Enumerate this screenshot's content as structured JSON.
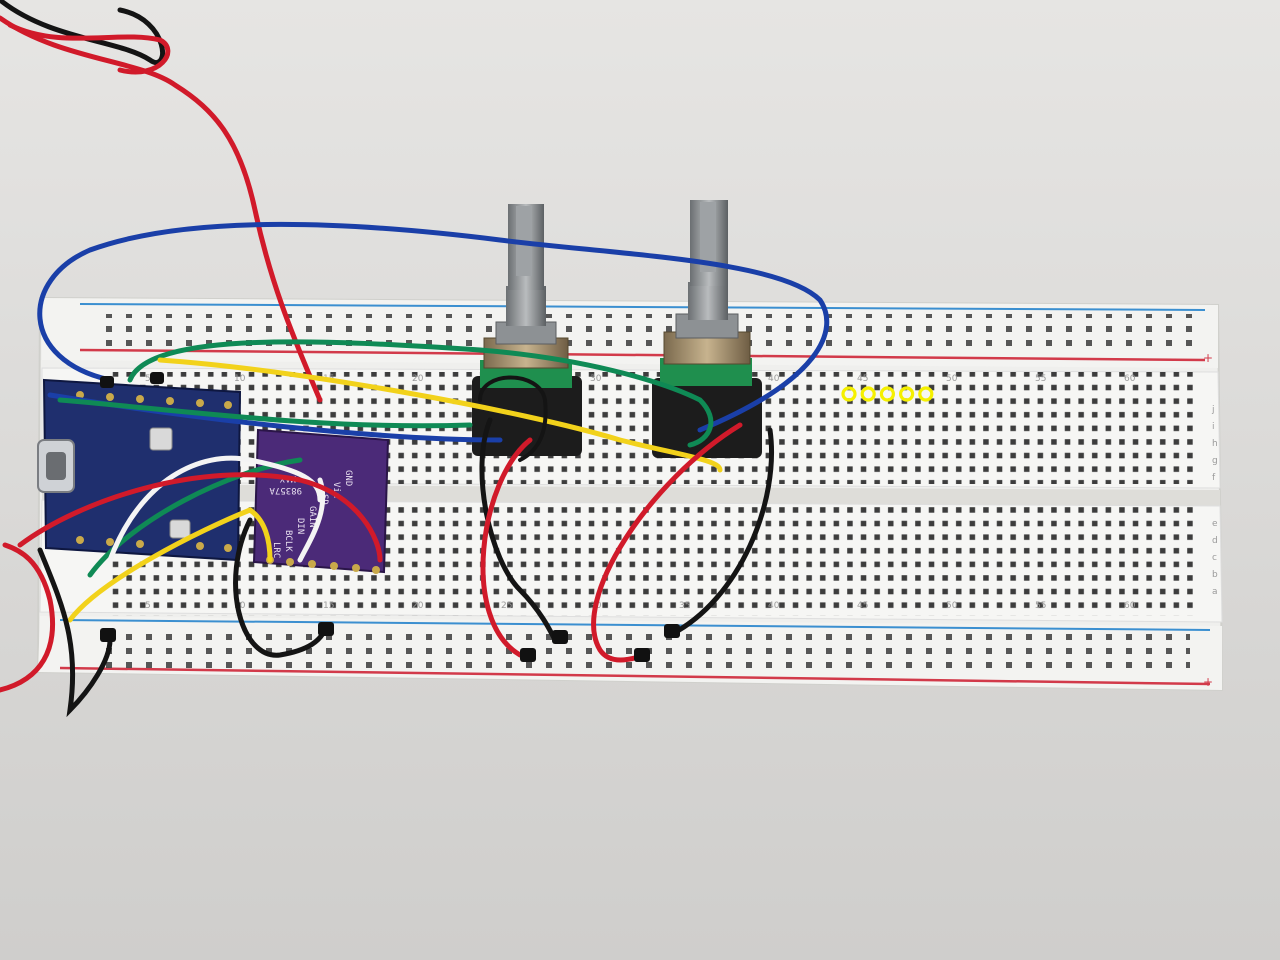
{
  "scene": {
    "colors": {
      "background": "#d9d8d6",
      "breadboard": "#f1f1ef",
      "hole": "#3f3f3f",
      "rail_red": "#d23a4a",
      "rail_blue": "#3b8fd0",
      "wire_red": "#d11a2a",
      "wire_black": "#141414",
      "wire_blue": "#1a3fa8",
      "wire_green": "#0f8a55",
      "wire_yellow": "#f2d21b",
      "wire_white": "#f4f4f4",
      "mcu_board": "#1f2f6e",
      "amp_board": "#4b2a78",
      "encoder_pcb": "#1f8f4e",
      "highlight": "#f5f000"
    },
    "column_numbers": [
      "5",
      "10",
      "15",
      "20",
      "25",
      "30",
      "35",
      "40",
      "45",
      "50",
      "55",
      "60"
    ],
    "row_letters_top": [
      "f",
      "g",
      "h",
      "i",
      "j"
    ],
    "row_letters_bottom": [
      "a",
      "b",
      "c",
      "d",
      "e"
    ],
    "amplifier_label_lines": [
      "MAX",
      "98357A"
    ],
    "amplifier_pin_labels": [
      "GND",
      "Vin",
      "SD",
      "GAIN",
      "DIN",
      "BCLK",
      "LRC"
    ],
    "highlight_markers": {
      "count": 5,
      "label": ""
    }
  }
}
